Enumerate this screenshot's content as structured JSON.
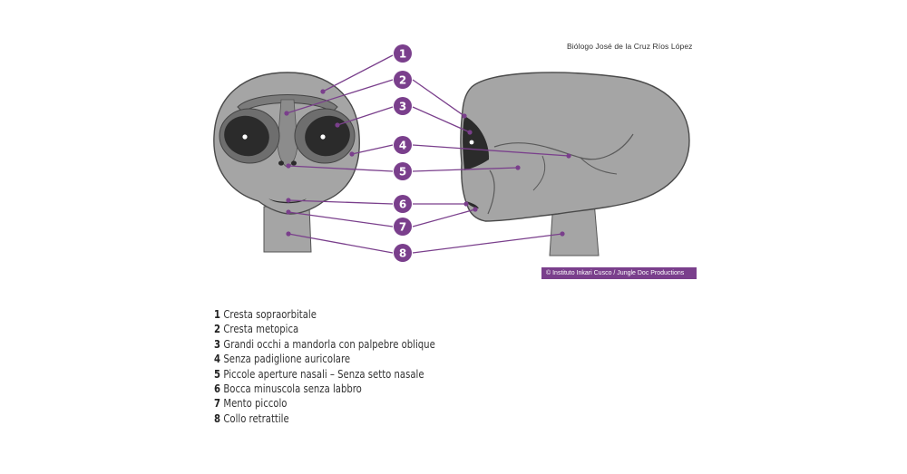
{
  "author_credit": "Biólogo José de la Cruz Ríos López",
  "copyright": "© Instituto Inkari Cusco / Jungle Doc Productions",
  "colors": {
    "accent": "#7a3f8c",
    "head_gray": "#a5a5a5",
    "outline": "#4a4a4a",
    "eye_dark": "#2b2b2b"
  },
  "markers": [
    {
      "number": "1",
      "label": "Cresta sopraorbitale"
    },
    {
      "number": "2",
      "label": "Cresta metopica"
    },
    {
      "number": "3",
      "label": "Grandi occhi a mandorla con palpebre oblique"
    },
    {
      "number": "4",
      "label": "Senza padiglione auricolare"
    },
    {
      "number": "5",
      "label": "Piccole aperture nasali – Senza setto nasale"
    },
    {
      "number": "6",
      "label": "Bocca minuscola senza labbro"
    },
    {
      "number": "7",
      "label": "Mento piccolo"
    },
    {
      "number": "8",
      "label": "Collo retrattile"
    }
  ]
}
